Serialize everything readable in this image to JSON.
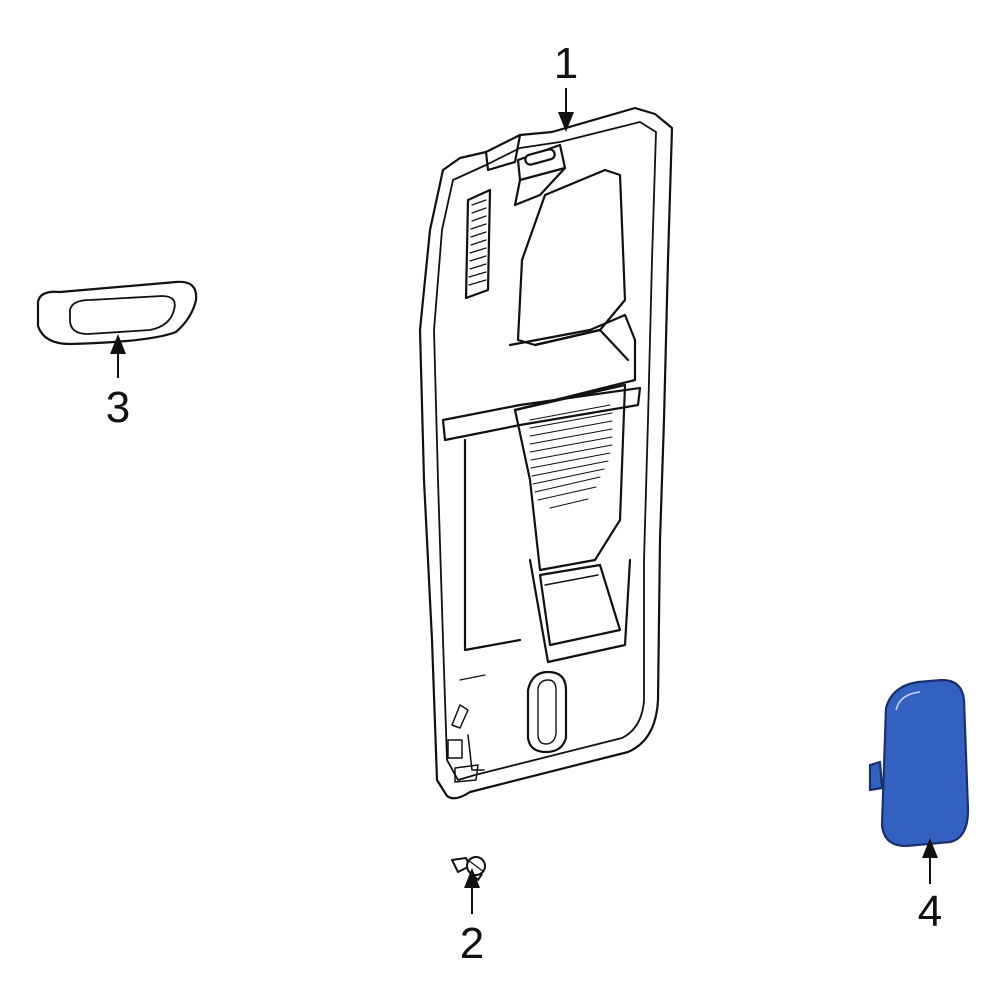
{
  "callouts": [
    {
      "id": "1",
      "label": "1"
    },
    {
      "id": "2",
      "label": "2"
    },
    {
      "id": "3",
      "label": "3"
    },
    {
      "id": "4",
      "label": "4"
    }
  ],
  "colors": {
    "line": "#111111",
    "part_fill": "#ffffff",
    "highlight": "#3461c1",
    "highlight_edge": "#1b2f6e"
  }
}
